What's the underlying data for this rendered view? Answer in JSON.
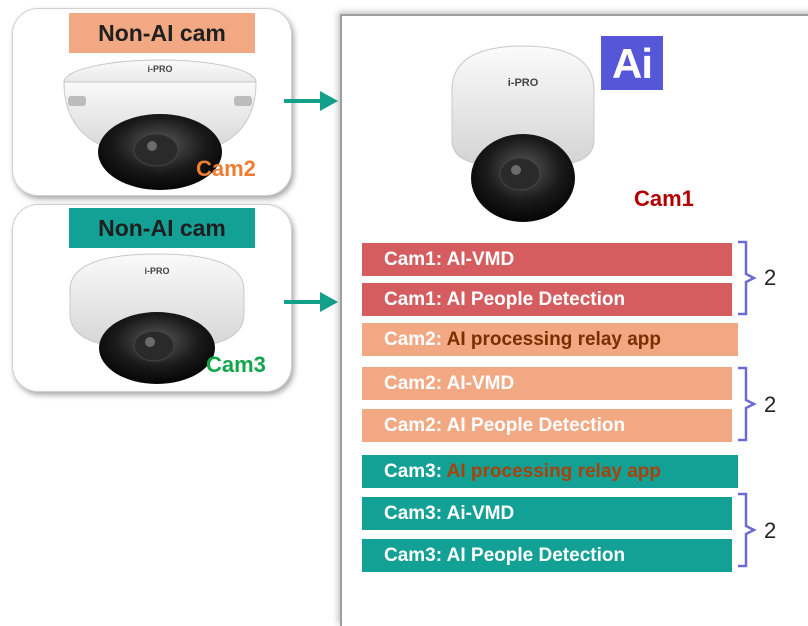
{
  "colors": {
    "peach": "#f2a983",
    "teal": "#13a196",
    "red": "#d55d5f",
    "orange_text": "#ee7d31",
    "green_text": "#12a64c",
    "darkred_text": "#b00000",
    "ai_badge": "#5656d8",
    "brace": "#6b6bd6",
    "arrow": "#12a08a"
  },
  "left_cards": [
    {
      "tag": "Non-AI cam",
      "name": "Cam2"
    },
    {
      "tag": "Non-AI cam",
      "name": "Cam3"
    }
  ],
  "right": {
    "ai_badge": "Ai",
    "camera_name": "Cam1",
    "brand_label": "i-PRO"
  },
  "bars": [
    {
      "prefix": "Cam1: ",
      "text": "AI-VMD"
    },
    {
      "prefix": "Cam1: ",
      "text": "AI People Detection"
    },
    {
      "prefix": "Cam2: ",
      "text": "AI processing relay app"
    },
    {
      "prefix": "Cam2: ",
      "text": "AI-VMD"
    },
    {
      "prefix": "Cam2: ",
      "text": "AI People Detection"
    },
    {
      "prefix": "Cam3: ",
      "text": "AI processing relay app"
    },
    {
      "prefix": "Cam3: ",
      "text": "Ai-VMD"
    },
    {
      "prefix": "Cam3: ",
      "text": "AI People Detection"
    }
  ],
  "groups": [
    {
      "count": "2"
    },
    {
      "count": "2"
    },
    {
      "count": "2"
    }
  ]
}
